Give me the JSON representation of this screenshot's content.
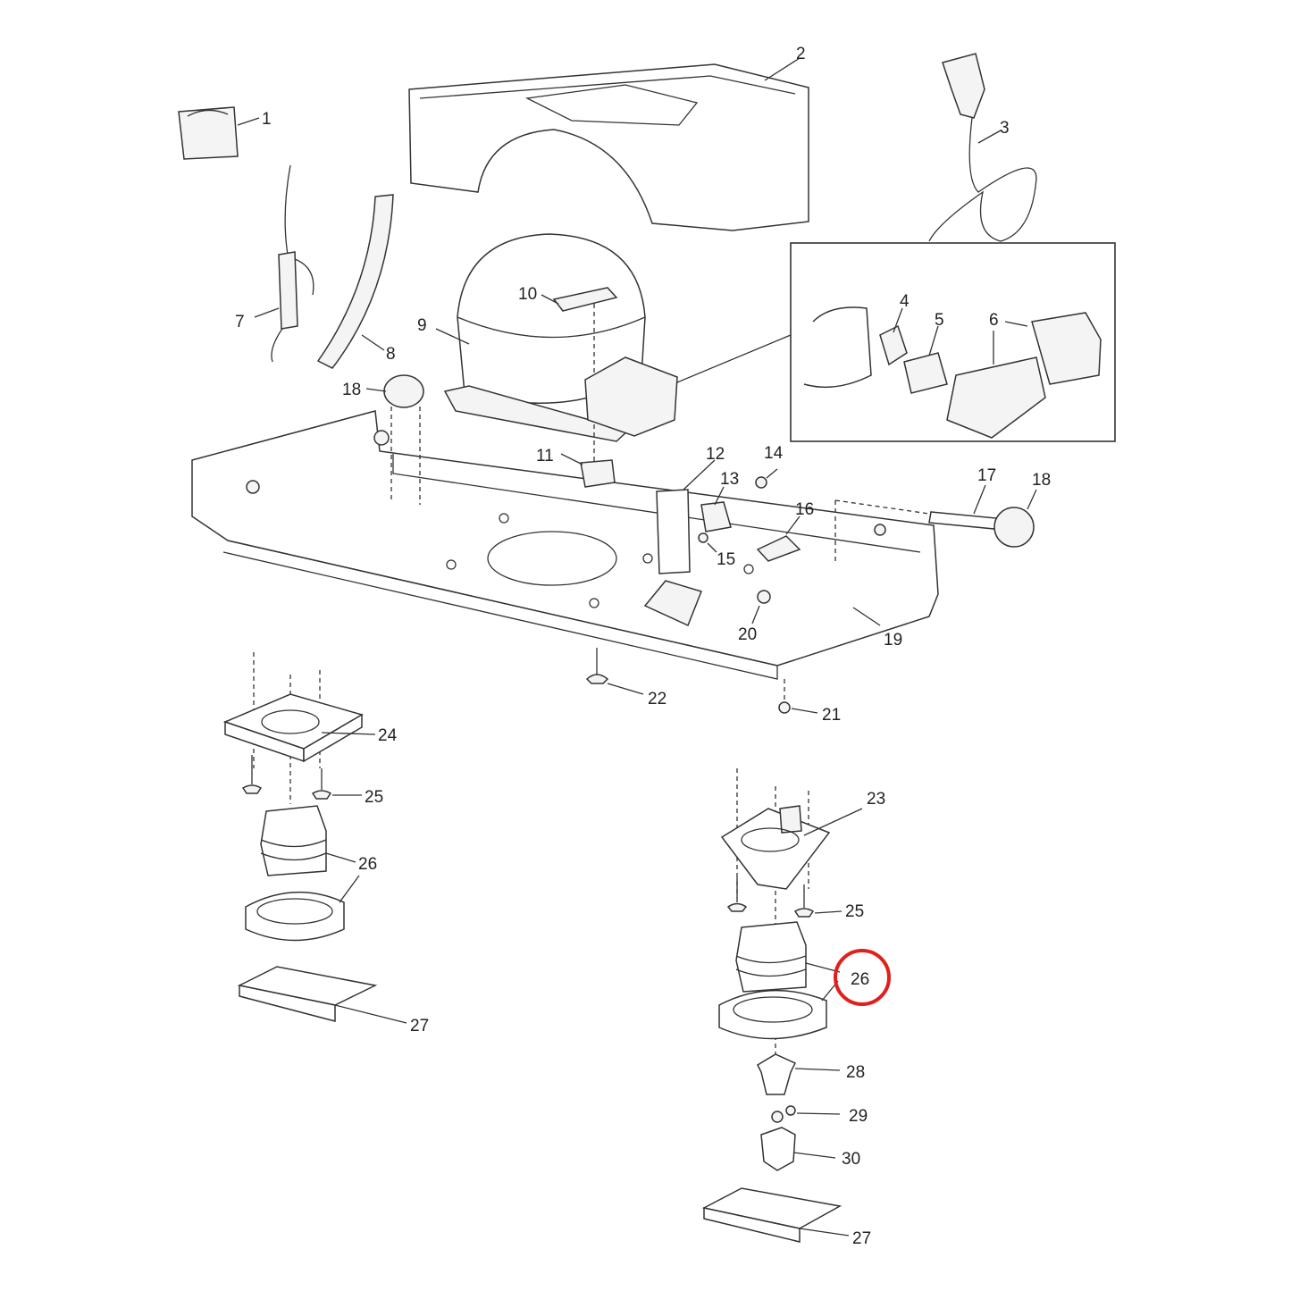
{
  "diagram": {
    "labels": [
      "1",
      "2",
      "3",
      "4",
      "5",
      "6",
      "7",
      "8",
      "9",
      "10",
      "11",
      "12",
      "13",
      "14",
      "15",
      "16",
      "17",
      "18",
      "18",
      "19",
      "20",
      "21",
      "22",
      "23",
      "24",
      "25",
      "25",
      "26",
      "26",
      "27",
      "27",
      "28",
      "29",
      "30"
    ],
    "highlight_color": "#e0201c",
    "highlighted_part": "26"
  }
}
